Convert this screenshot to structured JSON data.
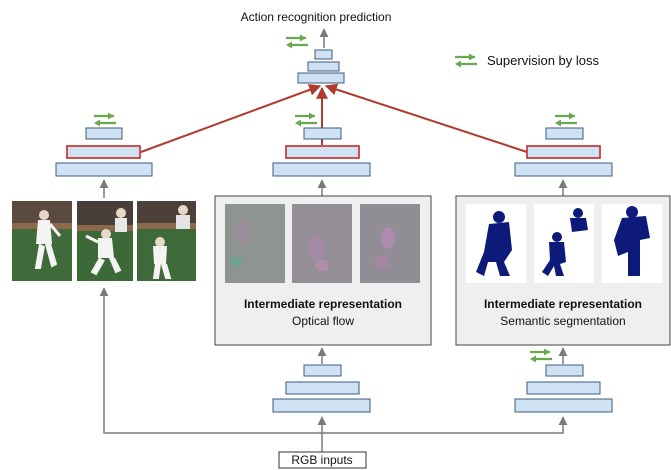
{
  "title": "Action recognition prediction",
  "legend": {
    "label": "Supervision by loss",
    "icon": "supervision-arrows-icon"
  },
  "input_label": "RGB inputs",
  "streams": [
    {
      "id": "rgb",
      "frames": [
        "pitcher frame 1",
        "pitcher frame 2",
        "pitcher frame 3"
      ]
    },
    {
      "id": "flow",
      "heading": "Intermediate representation",
      "subheading": "Optical flow"
    },
    {
      "id": "seg",
      "heading": "Intermediate representation",
      "subheading": "Semantic segmentation"
    }
  ],
  "colors": {
    "block_fill": "#cfe2f3",
    "block_stroke": "#3d5a80",
    "highlight_stroke": "#c62828",
    "fusion_line": "#b03a2e",
    "arrow_gray": "#7a7a7a",
    "supervision_green": "#6aa84f",
    "panel_fill": "#efefef",
    "mask_blue": "#0d1a7a"
  }
}
